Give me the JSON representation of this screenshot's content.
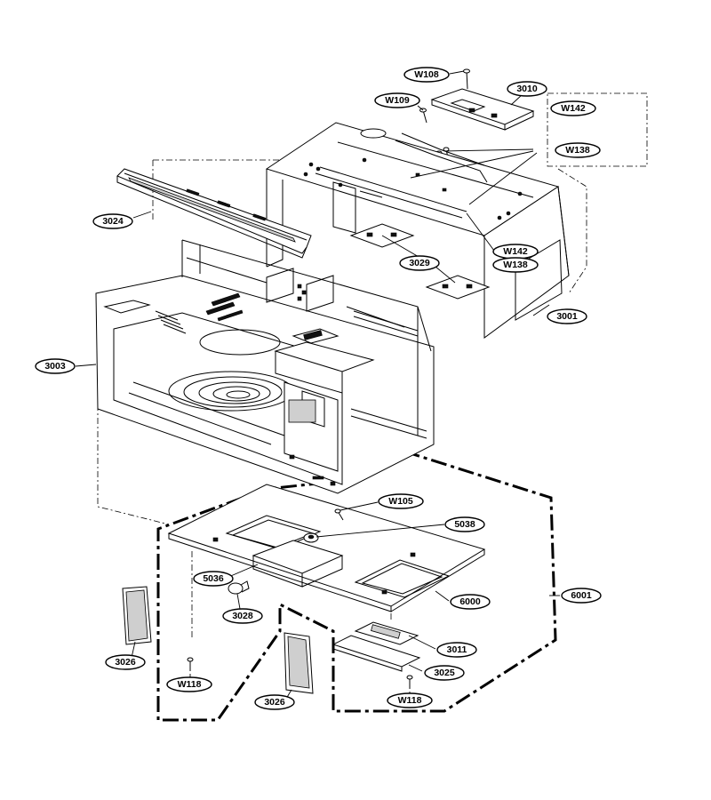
{
  "callouts": {
    "w108": "W108",
    "p3010": "3010",
    "w109": "W109",
    "w142_top": "W142",
    "w138_top": "W138",
    "p3024": "3024",
    "w142_mid": "W142",
    "w138_mid": "W138",
    "p3029": "3029",
    "p3001": "3001",
    "p3003": "3003",
    "w105": "W105",
    "p5038": "5038",
    "p6001": "6001",
    "p5036": "5036",
    "p6000": "6000",
    "p3028": "3028",
    "p3011": "3011",
    "p3026_left": "3026",
    "p3025": "3025",
    "w118_left": "W118",
    "w118_right": "W118",
    "p3026_bottom": "3026"
  }
}
